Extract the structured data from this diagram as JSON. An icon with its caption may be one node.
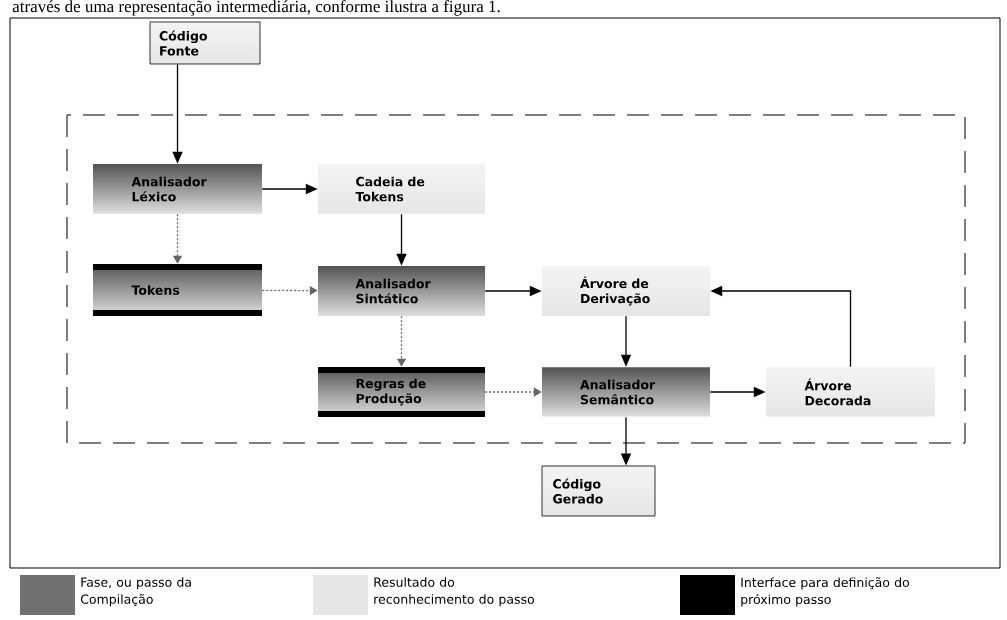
{
  "diagram": {
    "nodes": [
      {
        "text": [
          "Código Fonte"
        ]
      },
      {
        "text": [
          "Analisador Léxico"
        ]
      },
      {
        "text": [
          "Cadeia de Tokens"
        ]
      },
      {
        "text": [
          "Tokens"
        ]
      },
      {
        "text": [
          "Analisador Sintático"
        ]
      },
      {
        "text": [
          "Árvore de Derivação"
        ]
      },
      {
        "text": [
          "Regras de Produção"
        ]
      },
      {
        "text": [
          "Analisador Semântico"
        ]
      },
      {
        "text": [
          "Árvore Decorada"
        ]
      },
      {
        "text": [
          "Código Gerado"
        ]
      }
    ],
    "edges": [
      {
        "from": 0,
        "to": 1,
        "arrow": "to"
      },
      {
        "from": 1,
        "to": 2,
        "arrow": "to"
      },
      {
        "from": 1,
        "to": 3,
        "arrow": "to",
        "style": "dashed",
        "color": "#666666"
      },
      {
        "from": 2,
        "to": 4,
        "arrow": "to"
      },
      {
        "from": 3,
        "to": 4,
        "arrow": "to",
        "style": "dashed",
        "color": "#666666"
      },
      {
        "from": 4,
        "to": 5,
        "arrow": "to"
      },
      {
        "from": 4,
        "to": 6,
        "arrow": "to",
        "style": "dashed",
        "color": "#666666"
      },
      {
        "from": 6,
        "to": 7,
        "arrow": "to",
        "style": "dashed",
        "color": "#666666"
      },
      {
        "from": 5,
        "to": 7,
        "arrow": "to"
      },
      {
        "from": 7,
        "to": 8,
        "arrow": "to"
      },
      {
        "from": 8,
        "to": 5,
        "arrow": "to"
      },
      {
        "from": 7,
        "to": 9,
        "arrow": "to"
      }
    ],
    "labels": [
      "através de uma representação intermediária, conforme ilustra a figura 1."
    ],
    "legend": [
      {
        "text": "Fase, ou passo da Compilação",
        "color": "#707070"
      },
      {
        "text": "Resultado do reconhecimento do passo",
        "color": "#e6e6e6"
      },
      {
        "text": "Interface para definição do próximo passo"
      }
    ]
  }
}
